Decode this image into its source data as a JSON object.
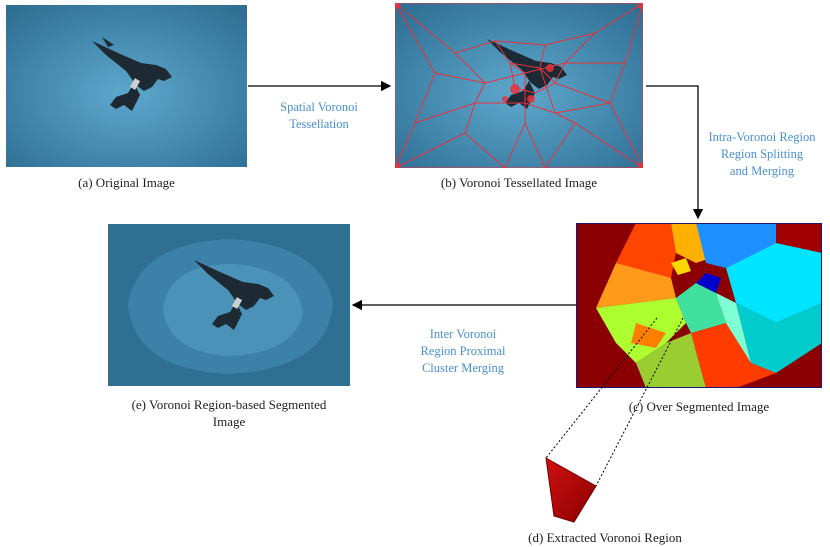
{
  "captions": {
    "a": "(a) Original Image",
    "b": "(b) Voronoi Tessellated Image",
    "c": "(c) Over Segmented Image",
    "d": "(d) Extracted Voronoi Region",
    "e_line1": "(e) Voronoi Region-based Segmented",
    "e_line2": "Image"
  },
  "steps": {
    "spatial": [
      "Spatial Voronoi",
      "Tessellation"
    ],
    "intra": [
      "Intra-Voronoi Region",
      "Region Splitting",
      "and Merging"
    ],
    "inter": [
      "Inter Voronoi",
      "Region Proximal",
      "Cluster Merging"
    ]
  },
  "colors": {
    "step_text": "#4a8fd0",
    "sky": "#3f86ad",
    "voronoi_edge": "#e8323c",
    "segment_bg": "#8b0000",
    "arrow": "#000000"
  }
}
